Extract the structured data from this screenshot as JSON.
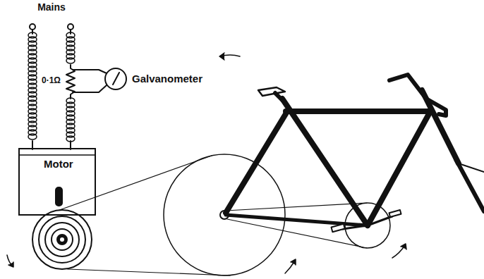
{
  "diagram": {
    "nodes": [
      {
        "text": [
          "Motor"
        ]
      }
    ],
    "labels": [
      "Mains",
      "0·1Ω",
      "Galvanometer"
    ]
  }
}
